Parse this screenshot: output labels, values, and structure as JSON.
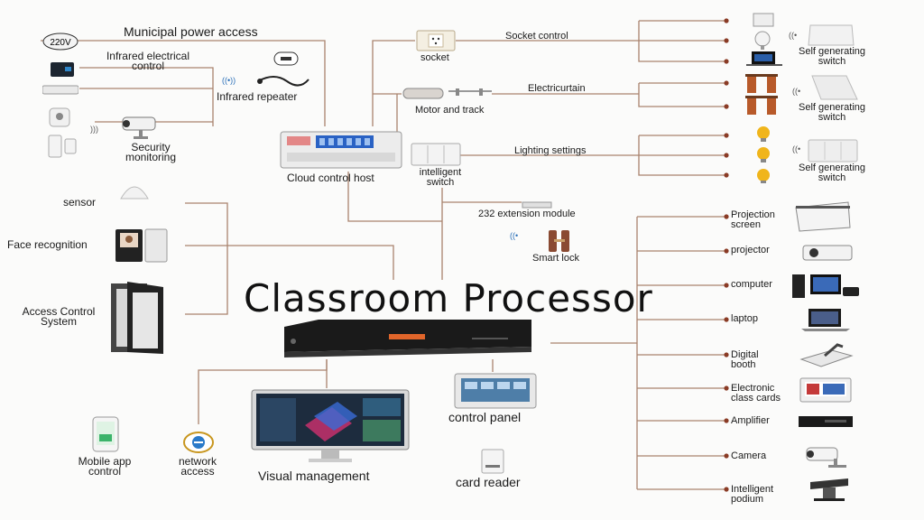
{
  "title": "Classroom Processor",
  "colors": {
    "wire": "#a9836e",
    "dot": "#8a3b25",
    "bulb": "#f0b51b"
  },
  "labels": {
    "municipal_power": "Municipal power access",
    "volt_badge": "220V",
    "infrared_control": "Infrared electrical\ncontrol",
    "infrared_repeater": "Infrared repeater",
    "security_monitoring": "Security\nmonitoring",
    "socket": "socket",
    "socket_control": "Socket control",
    "motor_track": "Motor and track",
    "electric_curtain": "Electricurtain",
    "lighting_settings": "Lighting settings",
    "cloud_host": "Cloud control host",
    "intelligent_switch": "intelligent\nswitch",
    "extension_module": "232 extension module",
    "smart_lock": "Smart lock",
    "sensor": "sensor",
    "face_recognition": "Face recognition",
    "access_control": "Access Control\nSystem",
    "mobile_app": "Mobile app\ncontrol",
    "network_access": "network\naccess",
    "visual_management": "Visual management",
    "control_panel": "control panel",
    "card_reader": "card reader",
    "self_switch": "Self generating\nswitch"
  },
  "right_devices": [
    "Projection\nscreen",
    "projector",
    "computer",
    "laptop",
    "Digital\nbooth",
    "Electronic\nclass cards",
    "Amplifier",
    "Camera",
    "Intelligent\npodium"
  ],
  "icons": [
    "voltage-badge-icon",
    "remote-device-icon",
    "air-conditioner-icon",
    "alarm-icon",
    "door-sensor-icon",
    "cctv-camera-icon",
    "ir-repeater-icon",
    "wifi-signal-icon",
    "wall-socket-icon",
    "motor-icon",
    "cloud-host-device-icon",
    "wall-switch-icon",
    "extension-module-icon",
    "smart-lock-icon",
    "sensor-dome-icon",
    "face-terminal-icon",
    "access-door-icon",
    "processor-unit-icon",
    "monitor-icon",
    "control-panel-icon",
    "card-reader-icon",
    "phone-icon",
    "ie-icon",
    "projection-screen-icon",
    "projector-icon",
    "computer-icon",
    "laptop-icon",
    "document-camera-icon",
    "class-card-icon",
    "amplifier-icon",
    "camera-icon",
    "podium-icon",
    "bulb-icon",
    "curtain-icon"
  ]
}
